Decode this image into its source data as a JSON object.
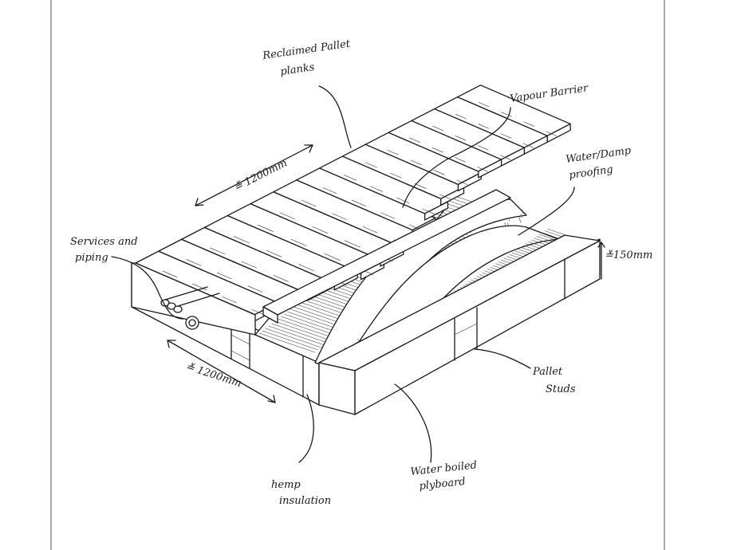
{
  "diagram": {
    "labels": {
      "planks": [
        "Reclaimed Pallet",
        "planks"
      ],
      "vapour": "Vapour Barrier",
      "damp": [
        "Water/Damp",
        "proofing"
      ],
      "services": [
        "Services and",
        "piping"
      ],
      "dim_top": "≚ 1200mm",
      "dim_bottom": "≚ 1200mm",
      "dim_height": "≚150mm",
      "studs": [
        "Pallet",
        "Studs"
      ],
      "hemp": [
        "hemp",
        "insulation"
      ],
      "ply": [
        "Water boiled",
        "plyboard"
      ]
    }
  }
}
